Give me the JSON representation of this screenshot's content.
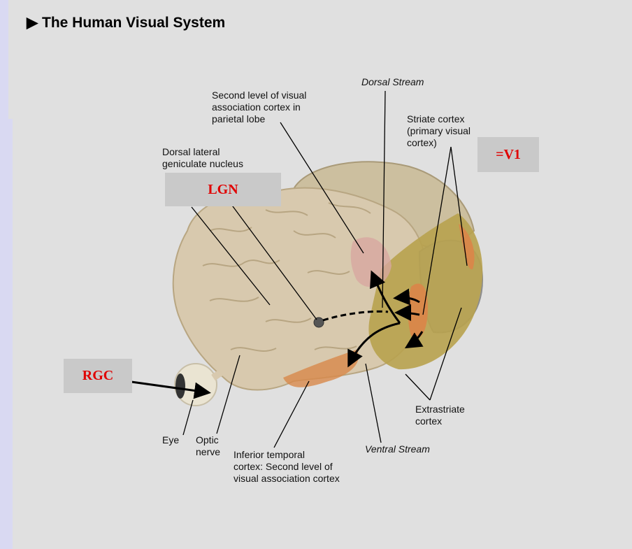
{
  "title": "The Human Visual System",
  "labels": {
    "second_level_parietal": "Second level of visual\nassociation cortex in\nparietal lobe",
    "dorsal_stream": "Dorsal Stream",
    "striate_cortex": "Striate cortex\n(primary visual\ncortex)",
    "dorsal_lgn": "Dorsal lateral\ngeniculate nucleus",
    "extrastriate": "Extrastriate\ncortex",
    "eye": "Eye",
    "optic_nerve": "Optic\nnerve",
    "inferior_temporal": "Inferior temporal\ncortex: Second level of\nvisual association cortex",
    "ventral_stream": "Ventral Stream"
  },
  "tags": {
    "v1": "=V1",
    "lgn": "LGN",
    "rgc": "RGC"
  },
  "colors": {
    "tag_text": "#e00000",
    "tag_bg": "#c9c9c9",
    "brain": "#d8c9ae",
    "extrastriate": "#b8a24e",
    "striate": "#d8884a"
  }
}
